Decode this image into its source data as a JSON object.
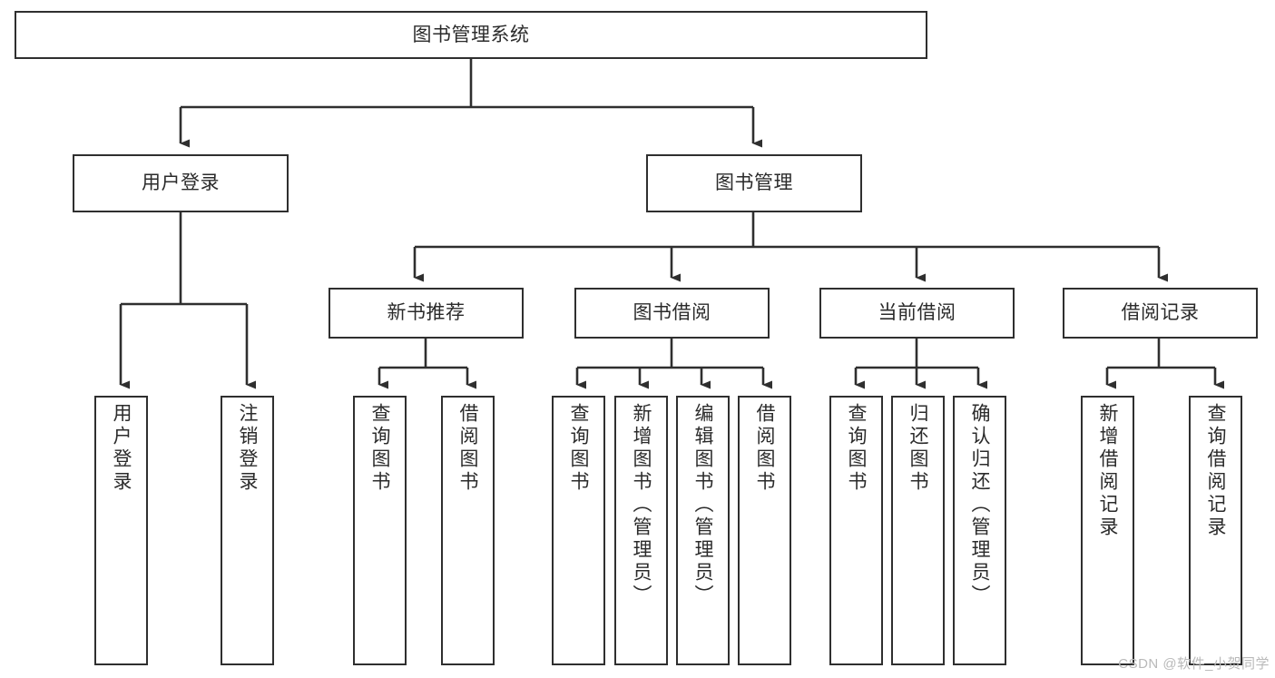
{
  "diagram": {
    "title": "图书管理系统",
    "type": "tree-hierarchy",
    "watermark": "CSDN @软件_小贺同学",
    "colors": {
      "stroke": "#2f2f2f",
      "fill": "#ffffff",
      "text": "#2b2b2b",
      "watermark": "#b9b9b9"
    },
    "nodes": {
      "root": {
        "label": "图书管理系统",
        "orientation": "horizontal"
      },
      "level2": [
        {
          "label": "用户登录",
          "orientation": "horizontal"
        },
        {
          "label": "图书管理",
          "orientation": "horizontal"
        }
      ],
      "level3": [
        {
          "label": "新书推荐",
          "orientation": "horizontal"
        },
        {
          "label": "图书借阅",
          "orientation": "horizontal"
        },
        {
          "label": "当前借阅",
          "orientation": "horizontal"
        },
        {
          "label": "借阅记录",
          "orientation": "horizontal"
        }
      ],
      "leaves": {
        "user_login": [
          {
            "label": "用户登录",
            "orientation": "vertical"
          },
          {
            "label": "注销登录",
            "orientation": "vertical"
          }
        ],
        "new_book_recommend": [
          {
            "label": "查询图书",
            "orientation": "vertical"
          },
          {
            "label": "借阅图书",
            "orientation": "vertical"
          }
        ],
        "book_borrow": [
          {
            "label": "查询图书",
            "orientation": "vertical"
          },
          {
            "label": "新增图书（管理员）",
            "orientation": "vertical"
          },
          {
            "label": "编辑图书（管理员）",
            "orientation": "vertical"
          },
          {
            "label": "借阅图书",
            "orientation": "vertical"
          }
        ],
        "current_borrow": [
          {
            "label": "查询图书",
            "orientation": "vertical"
          },
          {
            "label": "归还图书",
            "orientation": "vertical"
          },
          {
            "label": "确认归还（管理员）",
            "orientation": "vertical"
          }
        ],
        "borrow_record": [
          {
            "label": "新增借阅记录",
            "orientation": "vertical"
          },
          {
            "label": "查询借阅记录",
            "orientation": "vertical"
          }
        ]
      }
    }
  }
}
